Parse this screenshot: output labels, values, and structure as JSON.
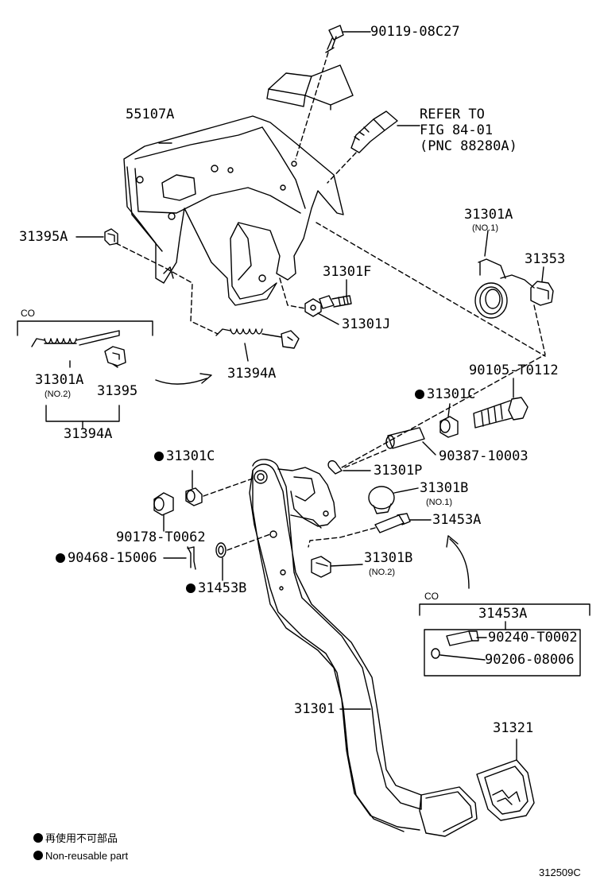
{
  "labels": {
    "p90119": "90119-08C27",
    "p55107A": "55107A",
    "refer": "REFER TO",
    "fig": "FIG 84-01",
    "pnc": "(PNC 88280A)",
    "p31395A": "31395A",
    "p31301A_top": "31301A",
    "no1_top": "(NO.1)",
    "p31353": "31353",
    "p31301F": "31301F",
    "p31301J": "31301J",
    "co1": "CO",
    "p31301A_left": "31301A",
    "no2_left": "(NO.2)",
    "p31395": "31395",
    "p31394A_left": "31394A",
    "p31394A": "31394A",
    "p90105": "90105-T0112",
    "p31301C_right": "31301C",
    "p31301C_left": "31301C",
    "p90387": "90387-10003",
    "p31301P": "31301P",
    "p31301B_1": "31301B",
    "no1_mid": "(NO.1)",
    "p31453A": "31453A",
    "p90178": "90178-T0062",
    "p90468": "90468-15006",
    "p31301B_2": "31301B",
    "no2_mid": "(NO.2)",
    "p31453B": "31453B",
    "co2": "CO",
    "p31453A_box": "31453A",
    "p90240": "90240-T0002",
    "p90206": "90206-08006",
    "p31301": "31301",
    "p31321": "31321",
    "legend_jp": "再使用不可部品",
    "legend_en": "Non-reusable part",
    "diagram_code": "312509C"
  },
  "colors": {
    "ink": "#000000",
    "paper": "#ffffff"
  }
}
